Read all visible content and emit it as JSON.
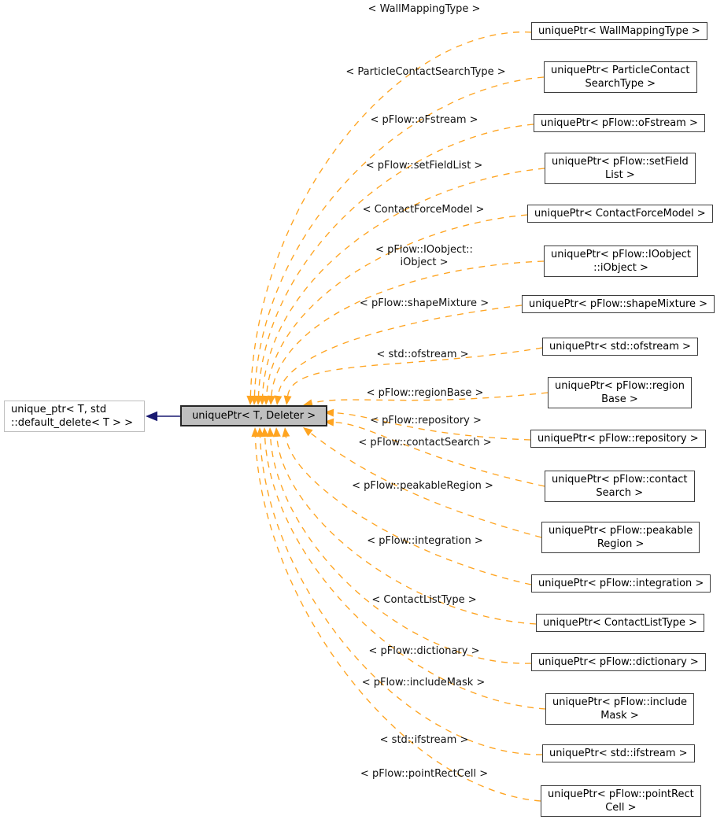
{
  "diagram": {
    "base_node": {
      "label": "unique_ptr< T, std\n::default_delete< T > >"
    },
    "center_node": {
      "label": "uniquePtr< T, Deleter >"
    },
    "instantiations": [
      {
        "param": "< WallMappingType >",
        "node": "uniquePtr< WallMappingType >"
      },
      {
        "param": "< ParticleContactSearchType >",
        "node": "uniquePtr< ParticleContact\nSearchType >"
      },
      {
        "param": "< pFlow::oFstream >",
        "node": "uniquePtr< pFlow::oFstream >"
      },
      {
        "param": "< pFlow::setFieldList >",
        "node": "uniquePtr< pFlow::setField\nList >"
      },
      {
        "param": "< ContactForceModel >",
        "node": "uniquePtr< ContactForceModel >"
      },
      {
        "param": "< pFlow::IOobject::\niObject >",
        "node": "uniquePtr< pFlow::IOobject\n::iObject >"
      },
      {
        "param": "< pFlow::shapeMixture >",
        "node": "uniquePtr< pFlow::shapeMixture >"
      },
      {
        "param": "< std::ofstream >",
        "node": "uniquePtr< std::ofstream >"
      },
      {
        "param": "< pFlow::regionBase >",
        "node": "uniquePtr< pFlow::region\nBase >"
      },
      {
        "param": "< pFlow::repository >",
        "node": "uniquePtr< pFlow::repository >"
      },
      {
        "param": "< pFlow::contactSearch >",
        "node": "uniquePtr< pFlow::contact\nSearch >"
      },
      {
        "param": "< pFlow::peakableRegion >",
        "node": "uniquePtr< pFlow::peakable\nRegion >"
      },
      {
        "param": "< pFlow::integration >",
        "node": "uniquePtr< pFlow::integration >"
      },
      {
        "param": "< ContactListType >",
        "node": "uniquePtr< ContactListType >"
      },
      {
        "param": "< pFlow::dictionary >",
        "node": "uniquePtr< pFlow::dictionary >"
      },
      {
        "param": "< pFlow::includeMask >",
        "node": "uniquePtr< pFlow::include\nMask >"
      },
      {
        "param": "< std::ifstream >",
        "node": "uniquePtr< std::ifstream >"
      },
      {
        "param": "< pFlow::pointRectCell >",
        "node": "uniquePtr< pFlow::pointRect\nCell >"
      }
    ],
    "colors": {
      "template_edge": "#ffa420",
      "inheritance_edge": "#191970",
      "center_fill": "#bfbfbf",
      "node_border": "#3d3d3d",
      "external_border": "#bfbfbf"
    }
  }
}
